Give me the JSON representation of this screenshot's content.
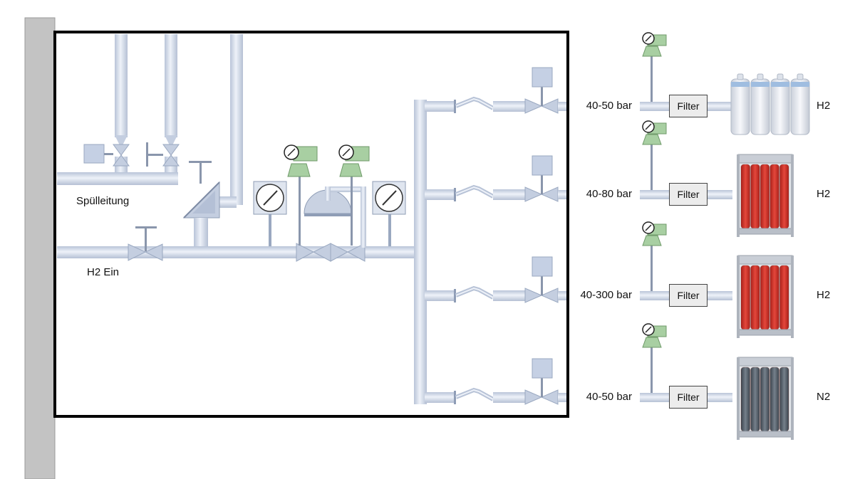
{
  "labels": {
    "purge_line": "Spülleitung",
    "h2_inlet": "H2 Ein"
  },
  "supplies": [
    {
      "pressure": "40-50 bar",
      "filter": "Filter",
      "gas": "H2"
    },
    {
      "pressure": "40-80 bar",
      "filter": "Filter",
      "gas": "H2"
    },
    {
      "pressure": "40-300 bar",
      "filter": "Filter",
      "gas": "H2"
    },
    {
      "pressure": "40-50 bar",
      "filter": "Filter",
      "gas": "N2"
    }
  ],
  "colors": {
    "pipe": "#d4dced",
    "pipe_edge": "#aab6cc",
    "regulator": "#a8cfa2",
    "bundle_red": "#d63026",
    "bundle_gray": "#5b6570",
    "tank": "#e8ebf1",
    "tank_band": "#9fbde0",
    "wall": "#c3c3c3",
    "frame": "#000000"
  }
}
